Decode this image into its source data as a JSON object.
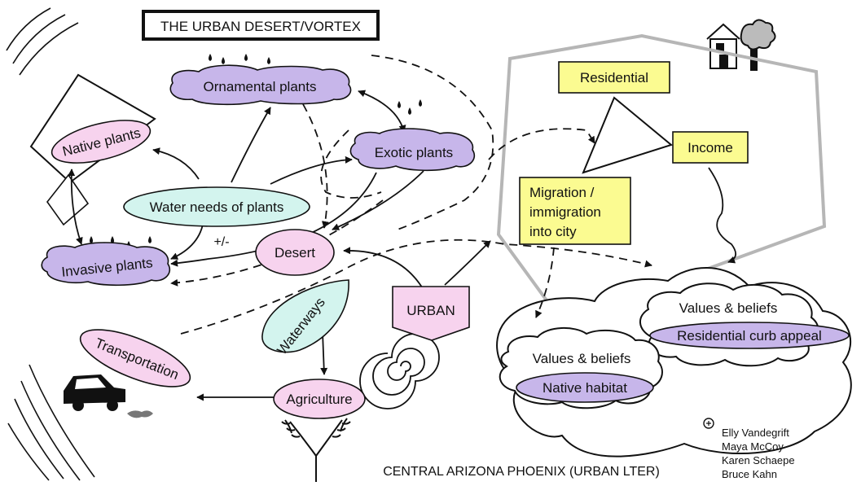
{
  "title": "THE URBAN DESERT/VORTEX",
  "footer": "CENTRAL ARIZONA PHOENIX (URBAN LTER)",
  "nodes": {
    "native_plants": "Native plants",
    "ornamental_plants": "Ornamental plants",
    "exotic_plants": "Exotic plants",
    "water_needs": "Water needs of plants",
    "invasive_plants": "Invasive plants",
    "desert": "Desert",
    "waterways": "Waterways",
    "urban": "URBAN",
    "transportation": "Transportation",
    "agriculture": "Agriculture",
    "residential": "Residential",
    "income": "Income",
    "migration_lines": [
      "Migration /",
      "immigration",
      "into city"
    ],
    "values_beliefs_1": "Values & beliefs",
    "residential_curb_appeal": "Residential curb appeal",
    "values_beliefs_2": "Values & beliefs",
    "native_habitat": "Native habitat"
  },
  "edge_labels": {
    "plus_minus": "+/-"
  },
  "credits": [
    "Elly Vandegrift",
    "Maya McCoy",
    "Karen Schaepe",
    "Bruce Kahn"
  ],
  "colors": {
    "purple": "#c7b6ea",
    "pink": "#f7d3ee",
    "cyan": "#d3f4ee",
    "yellow": "#fbfb91",
    "gray_hex": "#b6b6b6"
  }
}
